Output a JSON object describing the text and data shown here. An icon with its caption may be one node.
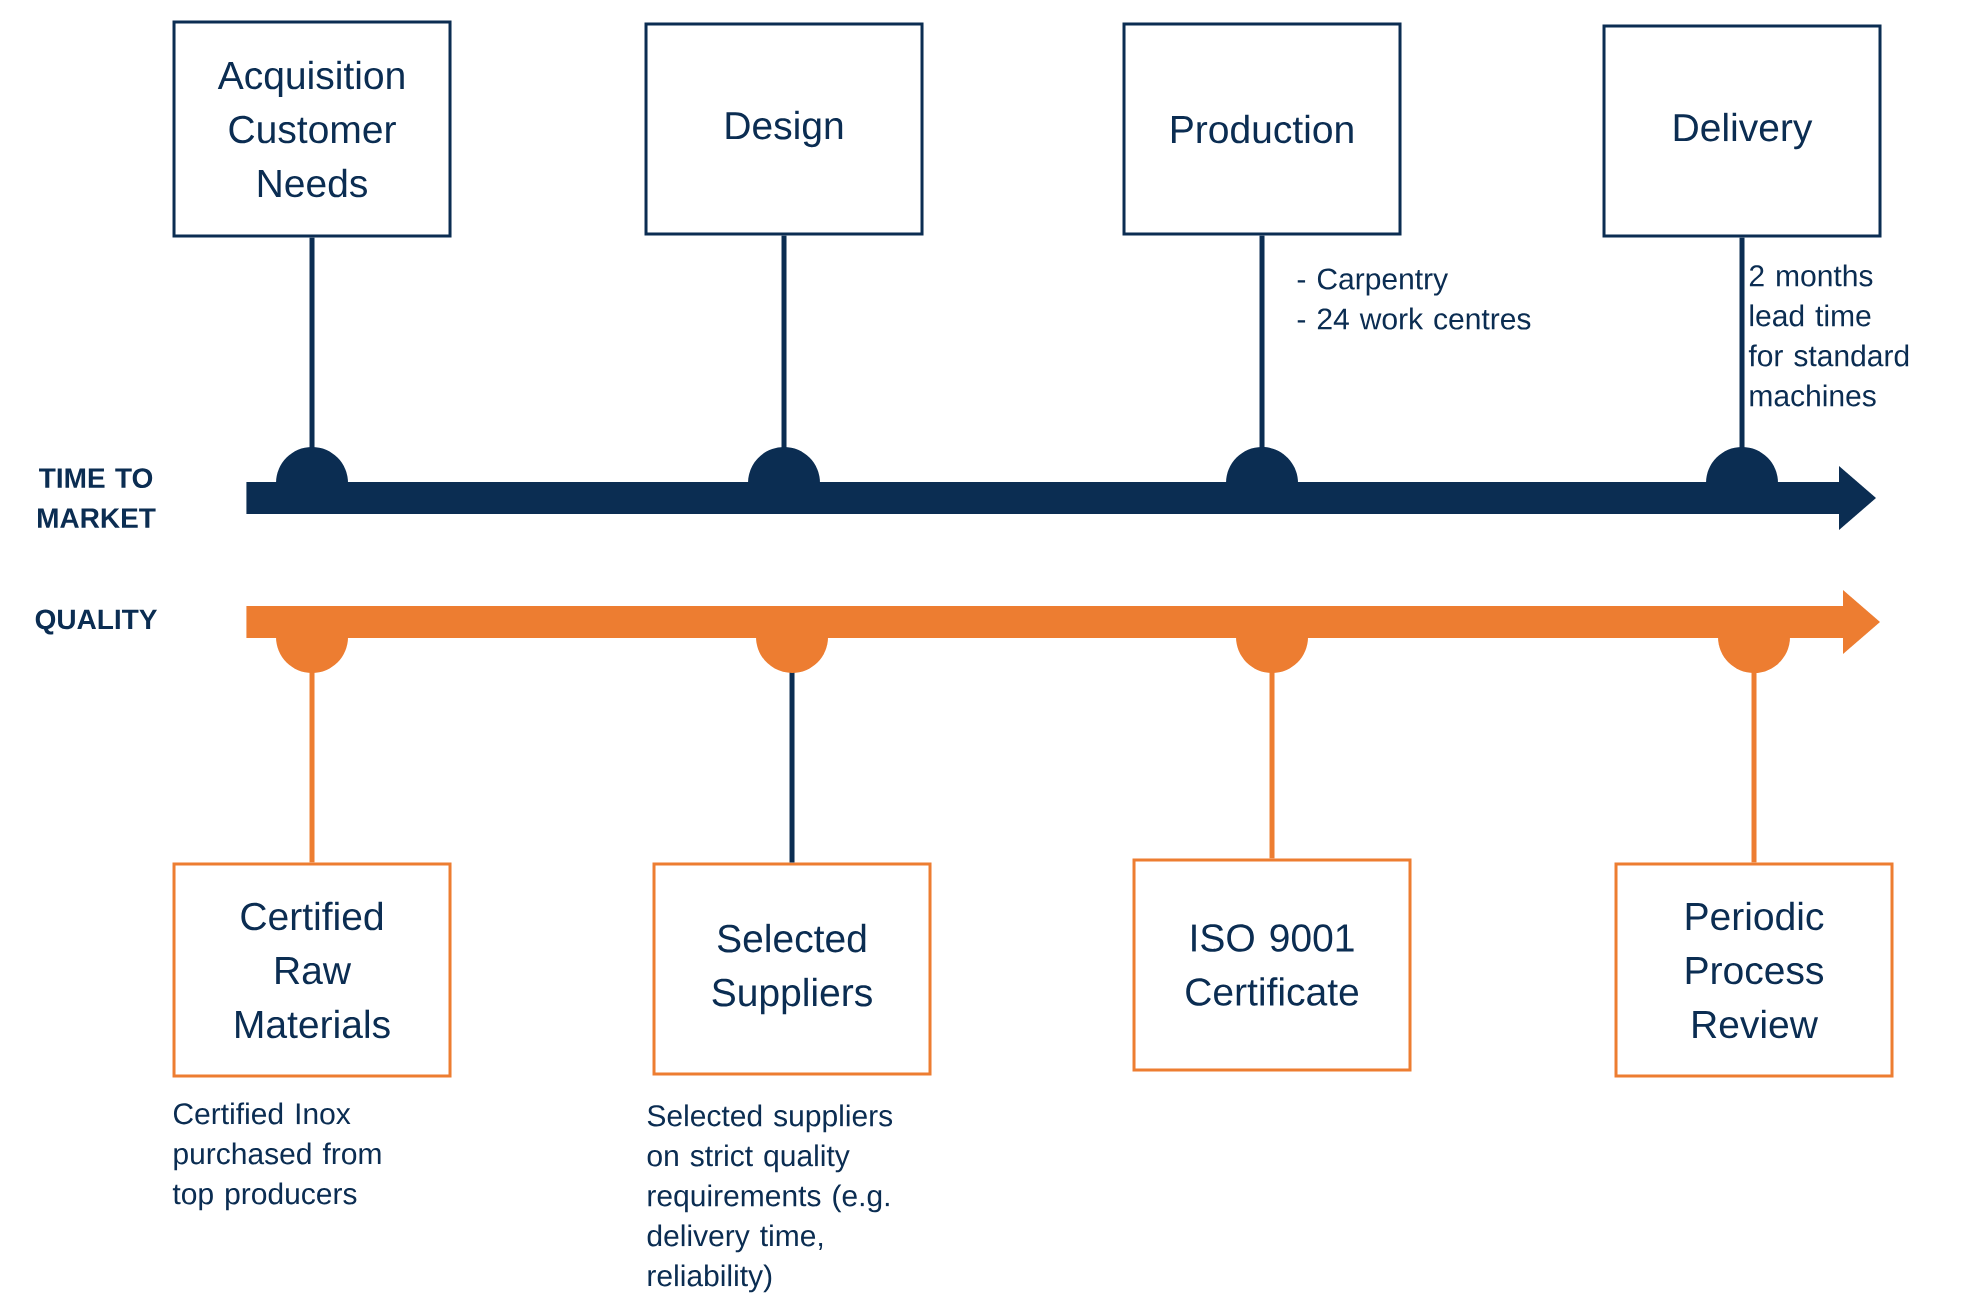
{
  "diagram": {
    "nodes": [
      {
        "text": [
          "TIME TO MARKET"
        ]
      },
      {
        "text": [
          "QUALITY"
        ]
      },
      {
        "text": [
          "Acquisition Customer Needs"
        ]
      },
      {
        "text": [
          "Design"
        ]
      },
      {
        "text": [
          "Production"
        ],
        "beside": [
          "- Carpentry",
          "- 24 work centres"
        ]
      },
      {
        "text": [
          "Delivery"
        ],
        "beside": [
          "2 months lead time for standard machines"
        ]
      },
      {
        "text": [
          "Certified Raw Materials"
        ],
        "beside": [
          "Certified Inox purchased from top producers"
        ]
      },
      {
        "text": [
          "Selected Suppliers"
        ],
        "beside": [
          "Selected suppliers on strict quality requirements (e.g. delivery time, reliability)"
        ]
      },
      {
        "text": [
          "ISO 9001 Certificate"
        ]
      },
      {
        "text": [
          "Periodic Process Review"
        ]
      }
    ],
    "edges": [
      {
        "from": 2,
        "to": 0,
        "arrow": "other"
      },
      {
        "from": 3,
        "to": 0,
        "arrow": "other"
      },
      {
        "from": 4,
        "to": 0,
        "arrow": "other"
      },
      {
        "from": 5,
        "to": 0,
        "arrow": "other"
      },
      {
        "from": 6,
        "to": 1,
        "arrow": "other",
        "color": "#ed7d31"
      },
      {
        "from": 7,
        "to": 1,
        "arrow": "other"
      },
      {
        "from": 8,
        "to": 1,
        "arrow": "other",
        "color": "#ed7d31"
      },
      {
        "from": 9,
        "to": 1,
        "arrow": "other",
        "color": "#ed7d31"
      }
    ]
  }
}
